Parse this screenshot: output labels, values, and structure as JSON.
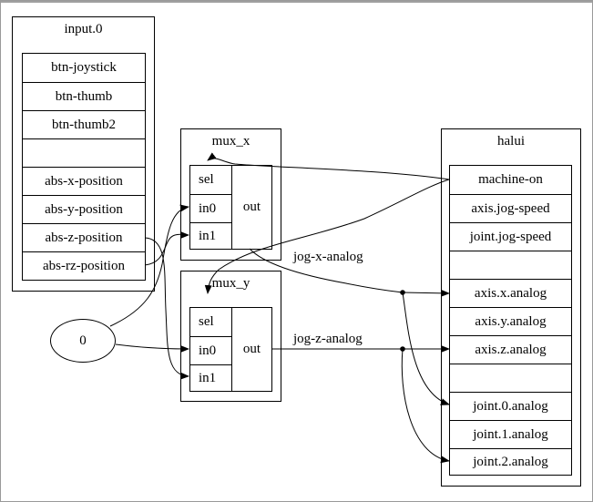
{
  "input_component": {
    "title": "input.0",
    "pins": [
      "btn-joystick",
      "btn-thumb",
      "btn-thumb2",
      "",
      "abs-x-position",
      "abs-y-position",
      "abs-z-position",
      "abs-rz-position"
    ]
  },
  "mux_x": {
    "title": "mux_x",
    "pins": [
      "sel",
      "in0",
      "in1"
    ],
    "out": "out"
  },
  "mux_y": {
    "title": "mux_y",
    "pins": [
      "sel",
      "in0",
      "in1"
    ],
    "out": "out"
  },
  "constant": {
    "value": "0"
  },
  "halui": {
    "title": "halui",
    "pins": [
      "machine-on",
      "axis.jog-speed",
      "joint.jog-speed",
      "",
      "axis.x.analog",
      "axis.y.analog",
      "axis.z.analog",
      "",
      "joint.0.analog",
      "joint.1.analog",
      "joint.2.analog"
    ]
  },
  "signals": {
    "jog_x": "jog-x-analog",
    "jog_z": "jog-z-analog"
  }
}
